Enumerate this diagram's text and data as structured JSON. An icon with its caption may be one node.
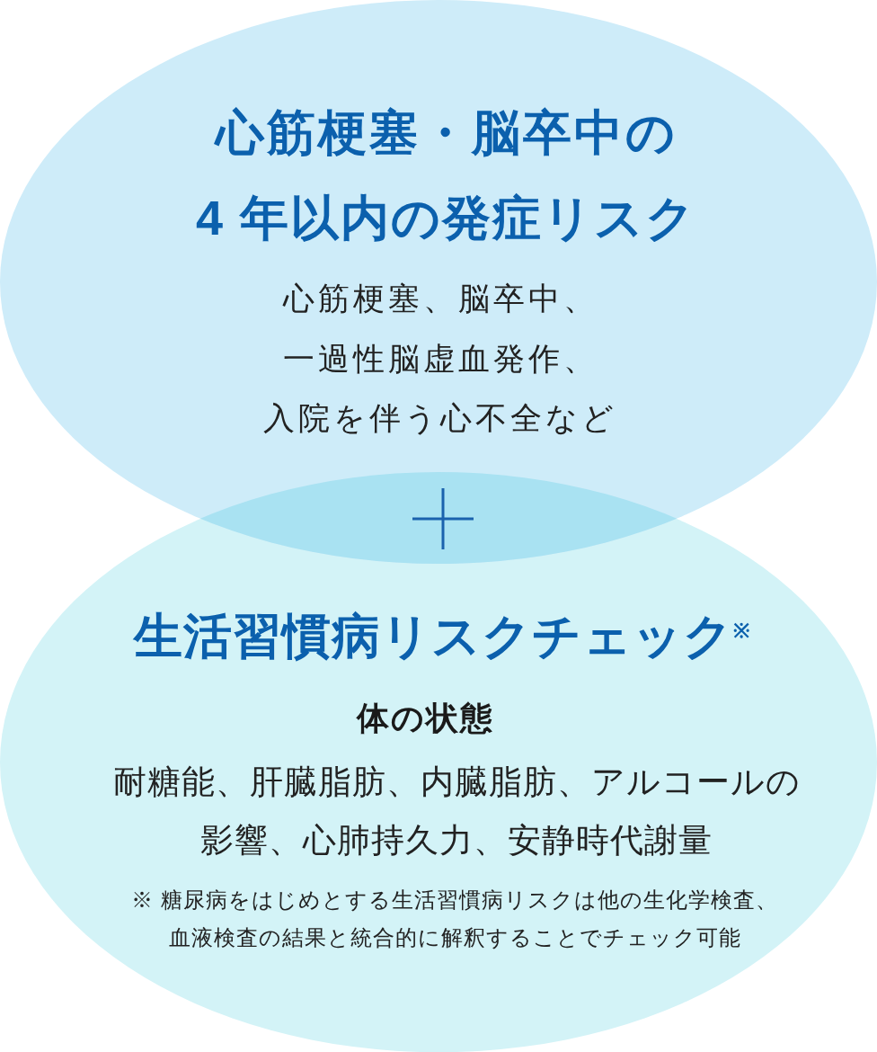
{
  "diagram": {
    "nodes": [
      {
        "text": [
          "心筋梗塞・脳卒中の4 年以内の発症リスク",
          "心筋梗塞、脳卒中、一過性脳虚血発作、入院を伴う心不全など"
        ]
      },
      {
        "text": [
          "生活習慣病リスクチェック$^{※}$",
          "体の状態",
          "耐糖能、肝臓脂肪、内臓脂肪、アルコールの影響、心肺持久力、安静時代謝量",
          "※ 糖尿病をはじめとする生活習慣病リスクは他の生化学検査、血液検査の結果と統合的に解釈することでチェック可能"
        ]
      }
    ]
  }
}
